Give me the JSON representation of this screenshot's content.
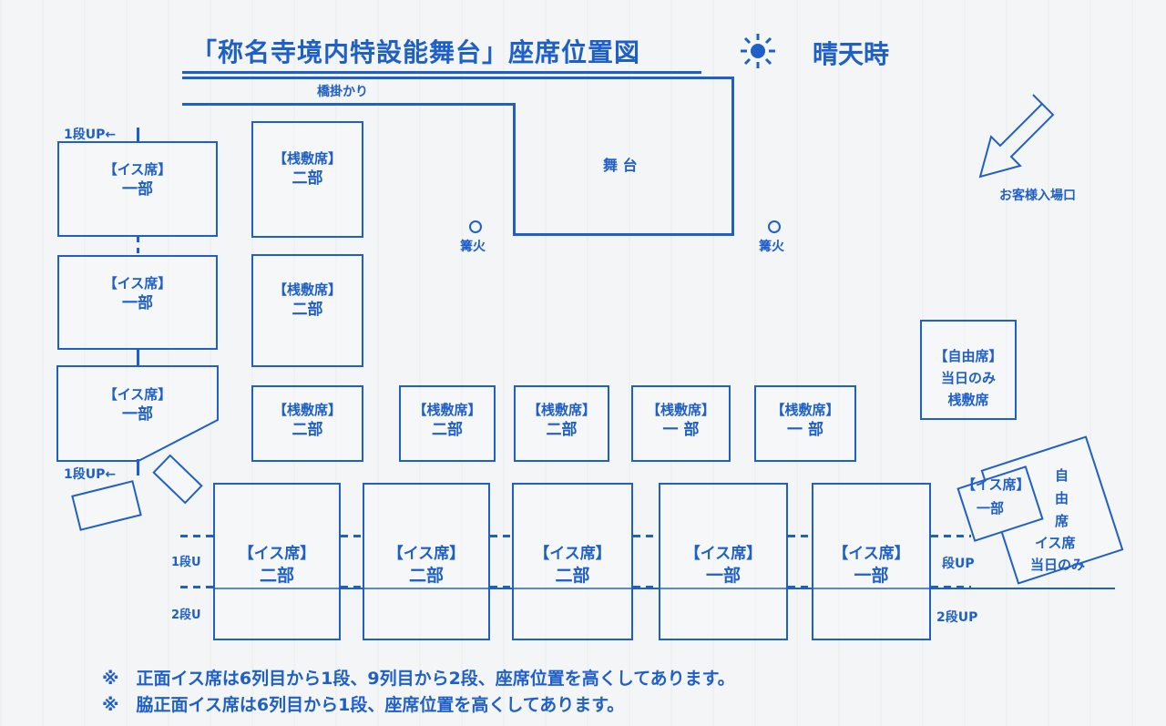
{
  "title": "「称名寺境内特設能舞台」座席位置図",
  "weather": "晴天時",
  "icons": {
    "sun": "sun-icon",
    "entrance_arrow": "arrow-down-left-icon"
  },
  "stage": {
    "bridge": "橋掛かり",
    "stage": "舞 台"
  },
  "fires": [
    "篝火",
    "篝火"
  ],
  "entrance": "お客様入場口",
  "left_column": [
    {
      "l1": "【イス席】",
      "l2": "一部"
    },
    {
      "l1": "【イス席】",
      "l2": "一部"
    },
    {
      "l1": "【イス席】",
      "l2": "一部"
    }
  ],
  "step_labels": {
    "left_top": "1段UP←",
    "left_bottom": "1段UP←",
    "mid_1": "1段U",
    "mid_2": "2段U",
    "right_1": "段UP",
    "right_2": "2段UP"
  },
  "tatami_column": [
    {
      "l1": "【桟敷席】",
      "l2": "二部"
    },
    {
      "l1": "【桟敷席】",
      "l2": "二部"
    },
    {
      "l1": "【桟敷席】",
      "l2": "二部"
    }
  ],
  "tatami_row": [
    {
      "l1": "【桟敷席】",
      "l2": "二部"
    },
    {
      "l1": "【桟敷席】",
      "l2": "二部"
    },
    {
      "l1": "【桟敷席】",
      "l2": "一 部"
    },
    {
      "l1": "【桟敷席】",
      "l2": "一 部"
    }
  ],
  "free_tatami": {
    "l1": "【自由席】",
    "l2": "当日のみ",
    "l3": "桟敷席"
  },
  "front_row": [
    {
      "l1": "【イス席】",
      "l2": "二部"
    },
    {
      "l1": "【イス席】",
      "l2": "二部"
    },
    {
      "l1": "【イス席】",
      "l2": "二部"
    },
    {
      "l1": "【イス席】",
      "l2": "一部"
    },
    {
      "l1": "【イス席】",
      "l2": "一部"
    }
  ],
  "right_chair": {
    "l1": "【イス席】",
    "l2": "一部"
  },
  "free_chair": {
    "l1": "自",
    "l2": "由",
    "l3": "席",
    "l4": "イス席",
    "l5": "当日のみ"
  },
  "notes": [
    "※　正面イス席は6列目から1段、9列目から2段、座席位置を高くしてあります。",
    "※　脇正面イス席は6列目から1段、座席位置を高くしてあります。"
  ]
}
